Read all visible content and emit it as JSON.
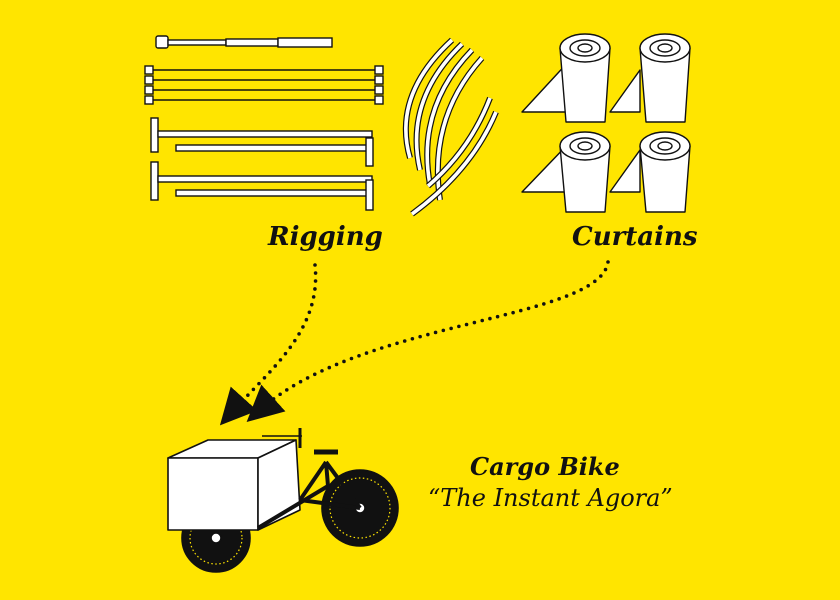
{
  "labels": {
    "rigging": "Rigging",
    "curtains": "Curtains",
    "cargo_bike": "Cargo Bike",
    "tagline": "“The Instant Agora”"
  },
  "colors": {
    "background": "#FFE500",
    "ink": "#111111",
    "paper": "#FFFFFF"
  },
  "icons": [
    "rigging-poles-icon",
    "rigging-ribs-icon",
    "curtain-rolls-icon",
    "cargo-bike-icon",
    "dotted-arrow-icon"
  ]
}
